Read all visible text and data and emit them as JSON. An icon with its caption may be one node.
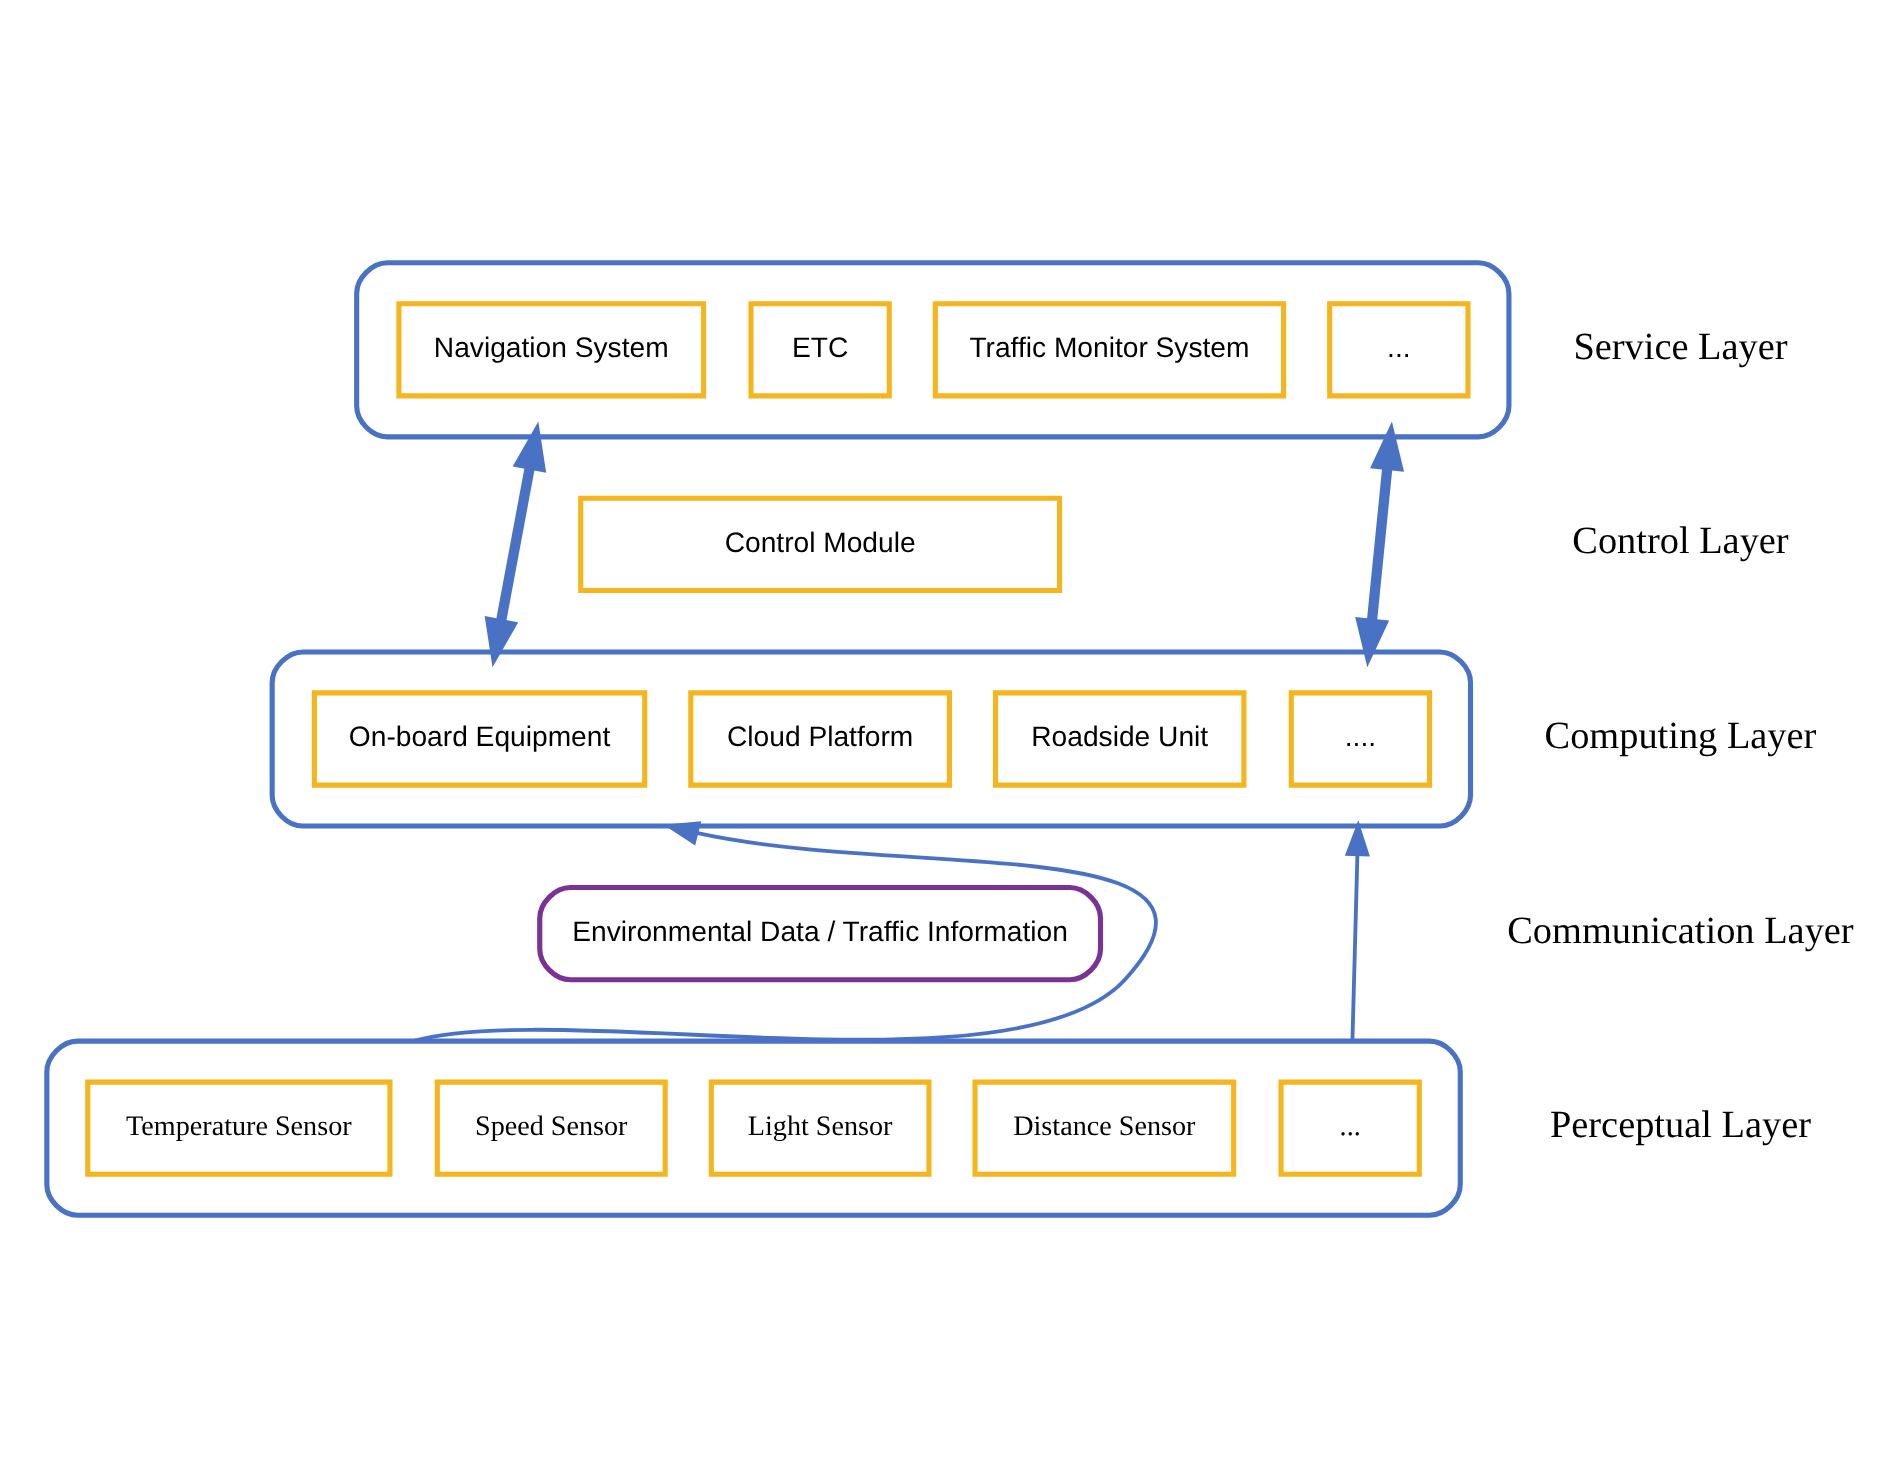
{
  "diagram": {
    "nodes": [
      {
        "text": [],
        "shape": "box"
      },
      {
        "text": [
          "Navigation System"
        ],
        "in": 0
      },
      {
        "text": [
          "ETC"
        ],
        "in": 0
      },
      {
        "text": [
          "Traffic Monitor System"
        ],
        "in": 0
      },
      {
        "text": [
          "..."
        ],
        "in": 0
      },
      {
        "text": [
          "Control Module"
        ]
      },
      {
        "text": [],
        "shape": "box"
      },
      {
        "text": [
          "On-board Equipment"
        ],
        "in": 6
      },
      {
        "text": [
          "Cloud Platform"
        ],
        "in": 6
      },
      {
        "text": [
          "Roadside Unit"
        ],
        "in": 6
      },
      {
        "text": [
          "...."
        ],
        "in": 6
      },
      {
        "text": [
          "Environmental Data / Traffic Information"
        ]
      },
      {
        "text": [],
        "shape": "box"
      },
      {
        "text": [
          "Temperature Sensor"
        ],
        "in": 12
      },
      {
        "text": [
          "Speed Sensor"
        ],
        "in": 12
      },
      {
        "text": [
          "Light Sensor"
        ],
        "in": 12
      },
      {
        "text": [
          "Distance Sensor"
        ],
        "in": 12
      },
      {
        "text": [
          "..."
        ],
        "in": 12
      }
    ],
    "edges": [
      {
        "from": 0,
        "to": 6,
        "arrow": "both",
        "style": "thick"
      },
      {
        "from": 0,
        "to": 6,
        "arrow": "both",
        "style": "thick"
      },
      {
        "from": 12,
        "to": 6,
        "arrow": "to"
      },
      {
        "from": 12,
        "to": 6,
        "arrow": "to"
      }
    ],
    "labels": [
      "Service Layer",
      "Control Layer",
      "Computing Layer",
      "Communication Layer",
      "Perceptual Layer"
    ]
  }
}
